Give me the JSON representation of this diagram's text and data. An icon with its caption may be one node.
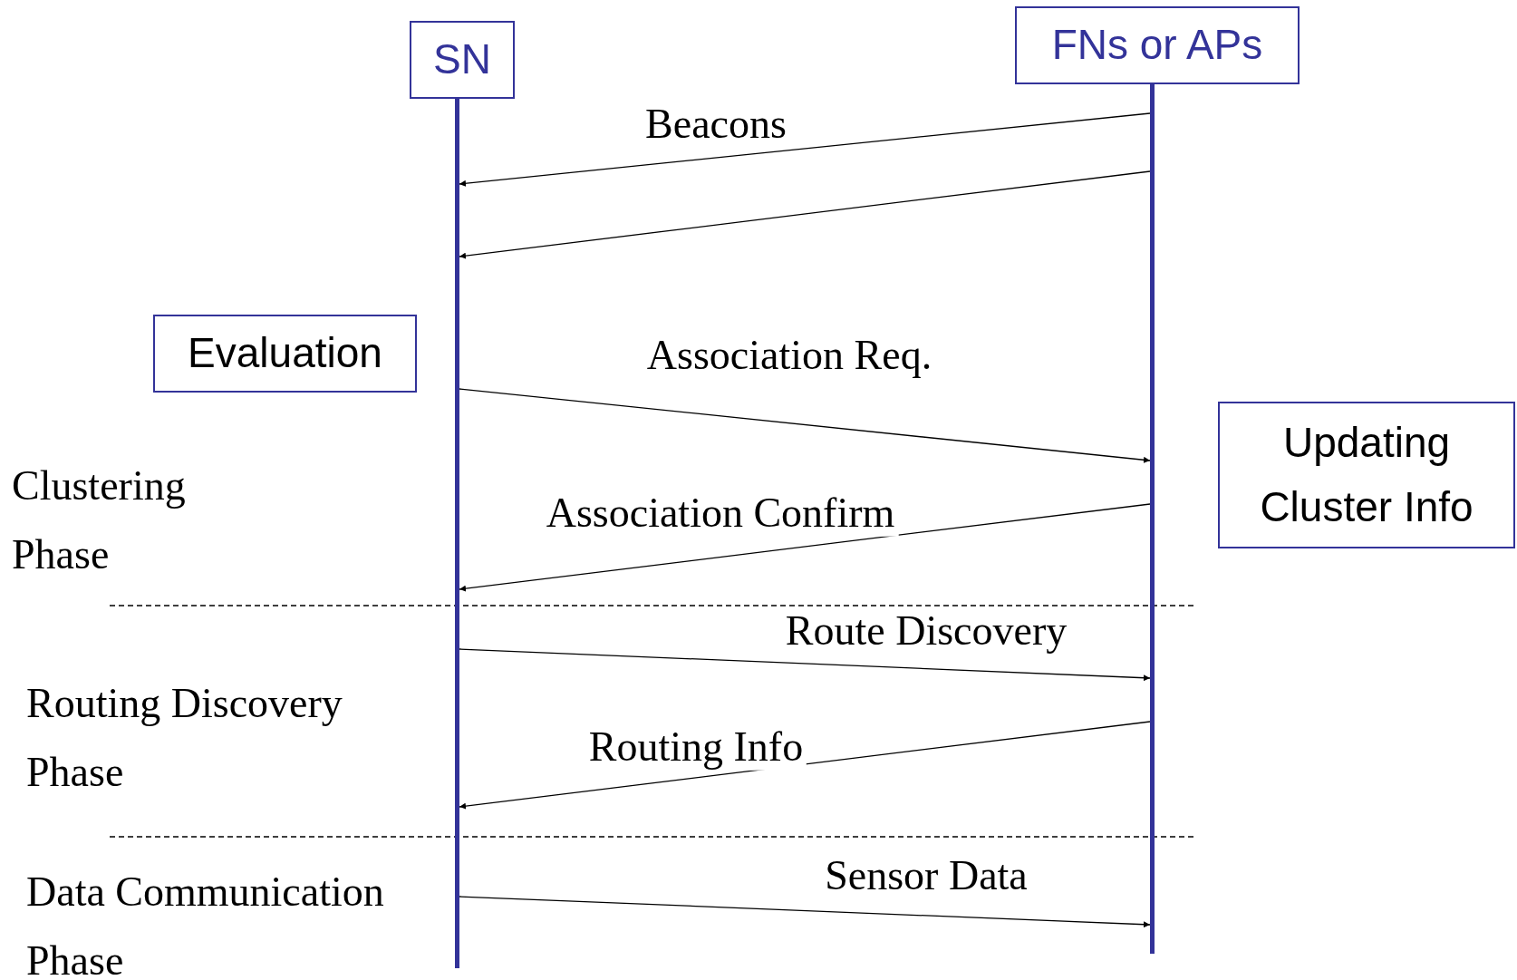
{
  "diagram": {
    "nodes": [
      {
        "text": [
          "SN"
        ]
      },
      {
        "text": [
          "FNs or APs"
        ]
      },
      {
        "text": [],
        "shape": "bar"
      },
      {
        "text": [],
        "shape": "bar"
      },
      {
        "text": [
          "Evaluation"
        ]
      },
      {
        "text": [
          "Updating Cluster Info"
        ]
      }
    ],
    "edges": [
      {
        "from": 3,
        "to": 2,
        "arrow": "to",
        "label": "Beacons"
      },
      {
        "from": 3,
        "to": 2,
        "arrow": "to"
      },
      {
        "from": 2,
        "to": 3,
        "arrow": "to",
        "label": "Association Req."
      },
      {
        "from": 3,
        "to": 2,
        "arrow": "to",
        "label": "Association Confirm"
      },
      {
        "from": 2,
        "to": 3,
        "arrow": "to",
        "label": "Route Discovery"
      },
      {
        "from": 3,
        "to": 2,
        "arrow": "to",
        "label": "Routing Info"
      },
      {
        "from": 2,
        "to": 3,
        "arrow": "to",
        "label": "Sensor Data"
      }
    ],
    "labels": [
      "Clustering Phase",
      "Routing Discovery Phase",
      "Data Communication Phase"
    ]
  }
}
